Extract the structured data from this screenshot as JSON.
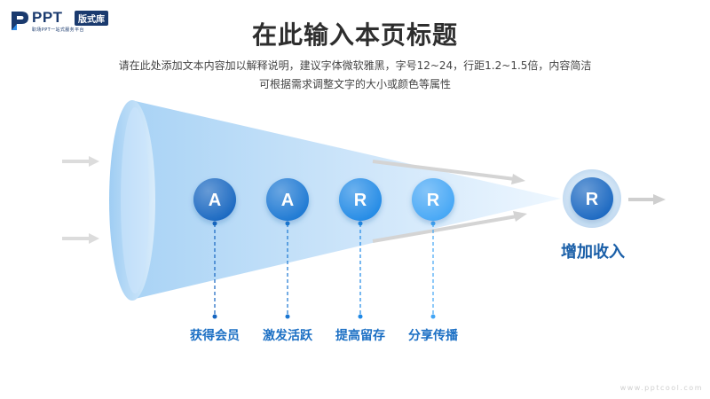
{
  "logo": {
    "brand": "PPT",
    "badge": "版式库",
    "tagline": "职场PPT一站式服务平台"
  },
  "title": "在此输入本页标题",
  "description": {
    "line1": "请在此处添加文本内容加以解释说明，建议字体微软雅黑，字号12~24，行距1.2~1.5倍，内容简洁",
    "line2": "可根据需求调整文字的大小或颜色等属性"
  },
  "stages": [
    {
      "letter": "A",
      "label": "获得会员",
      "color": "#1565c0"
    },
    {
      "letter": "A",
      "label": "激发活跃",
      "color": "#1976d2"
    },
    {
      "letter": "R",
      "label": "提高留存",
      "color": "#1e88e5"
    },
    {
      "letter": "R",
      "label": "分享传播",
      "color": "#42a5f5"
    }
  ],
  "result": {
    "letter": "R",
    "label": "增加收入"
  },
  "watermark": "www.pptcool.com"
}
